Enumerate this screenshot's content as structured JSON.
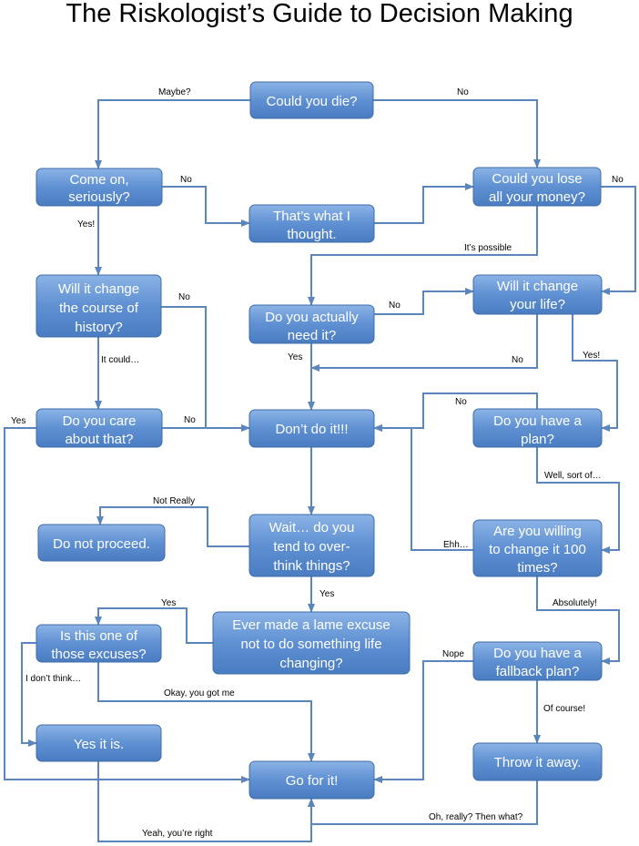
{
  "title": "The Riskologist’s Guide to Decision Making",
  "nodes": {
    "could_die": "Could you die?",
    "come_on": [
      "Come on,",
      "seriously?"
    ],
    "thats_what": [
      "That’s what I",
      "thought."
    ],
    "lose_money": [
      "Could you lose",
      "all your money?"
    ],
    "change_history": [
      "Will it change",
      "the course of",
      "history?"
    ],
    "need_it": [
      "Do you actually",
      "need it?"
    ],
    "change_life": [
      "Will it change",
      "your life?"
    ],
    "care": [
      "Do you care",
      "about that?"
    ],
    "dont": "Don’t do it!!!",
    "have_plan": [
      "Do you have a",
      "plan?"
    ],
    "wait": [
      "Wait… do you",
      "tend to over-",
      "think things?"
    ],
    "not_proceed": "Do not proceed.",
    "willing": [
      "Are you willing",
      "to change it 100",
      "times?"
    ],
    "excuse_q": [
      "Is this one of",
      "those excuses?"
    ],
    "lame_excuse": [
      "Ever made a lame excuse",
      "not to do something life",
      "changing?"
    ],
    "fallback": [
      "Do you have a",
      "fallback plan?"
    ],
    "yes_it_is": "Yes it is.",
    "throw": "Throw it away.",
    "go": "Go for it!"
  },
  "edge_labels": {
    "maybe": "Maybe?",
    "no_1": "No",
    "no_2": "No",
    "no_3": "No",
    "yes_1": "Yes!",
    "its_possible": "It’s possible",
    "no_4": "No",
    "no_5": "No",
    "it_could": "It could…",
    "yes_2": "Yes",
    "no_6": "No",
    "yes_3": "Yes!",
    "yes_4": "Yes",
    "no_7": "No",
    "no_8": "No",
    "well_sort": "Well, sort of…",
    "not_really": "Not Really",
    "ehh": "Ehh…",
    "yes_5": "Yes",
    "absolutely": "Absolutely!",
    "yes_6": "Yes",
    "nope": "Nope",
    "i_dont_think": "I don’t think…",
    "okay_got_me": "Okay, you got me",
    "of_course": "Of course!",
    "oh_really": "Oh, really? Then what?",
    "yeah_right": "Yeah, you’re right"
  }
}
